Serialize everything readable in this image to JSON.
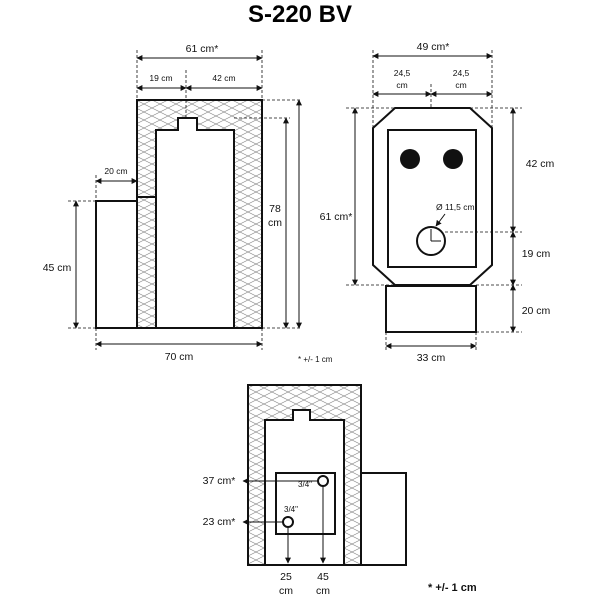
{
  "title": "S-220 BV",
  "side_view": {
    "width_total": "61 cm*",
    "width_left": "19 cm",
    "width_right": "42 cm",
    "step_width": "20 cm",
    "height_total_a": "78",
    "height_total_b": "cm",
    "height_low": "45 cm",
    "base_width": "70 cm"
  },
  "front_view": {
    "width_total": "49 cm*",
    "half_left_a": "24,5",
    "half_left_b": "cm",
    "half_right_a": "24,5",
    "half_right_b": "cm",
    "height_total": "61 cm*",
    "height_upper": "42 cm",
    "height_mid": "19 cm",
    "height_base": "20 cm",
    "base_width": "33 cm",
    "pipe_diameter": "Ø 11,5 cm"
  },
  "tolerance_note_small": "* +/- 1 cm",
  "rear_view": {
    "conn_upper_height": "37 cm*",
    "conn_lower_height": "23 cm*",
    "conn_upper_size": "3/4\"",
    "conn_lower_size": "3/4\"",
    "dist_left_a": "25",
    "dist_left_b": "cm",
    "dist_right_a": "45",
    "dist_right_b": "cm"
  },
  "tolerance_note_large": "* +/- 1 cm"
}
